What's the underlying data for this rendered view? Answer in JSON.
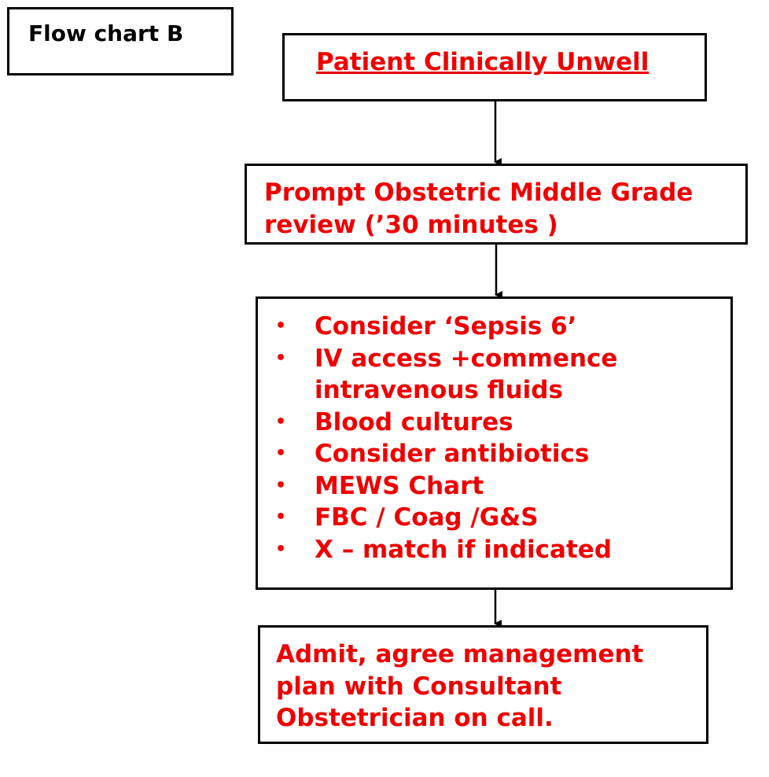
{
  "label": {
    "text": "Flow chart B"
  },
  "steps": {
    "unwell": {
      "text": "Patient Clinically Unwell"
    },
    "review": {
      "lines": [
        "Prompt Obstetric Middle Grade",
        "review (’30 minutes )"
      ]
    },
    "actions": {
      "bullet_symbol": "•",
      "items": [
        "Consider ‘Sepsis 6’",
        "IV access +commence",
        "intravenous fluids",
        "Blood cultures",
        "Consider antibiotics",
        "MEWS Chart",
        "FBC / Coag /G&S",
        "X – match if indicated"
      ]
    },
    "admit": {
      "lines": [
        "Admit, agree management",
        "plan with Consultant",
        "Obstetrician on call."
      ]
    }
  },
  "colors": {
    "text_accent": "#ee0000",
    "border": "#000000"
  }
}
